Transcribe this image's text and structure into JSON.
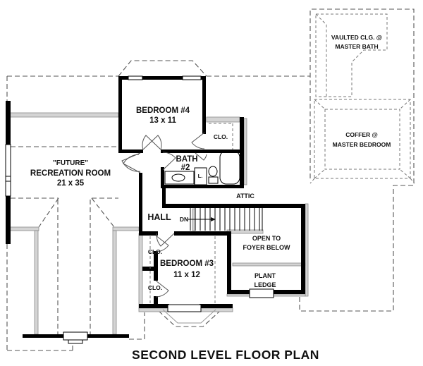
{
  "title": "SECOND LEVEL FLOOR PLAN",
  "labels": {
    "future": "\"FUTURE\"",
    "recreation_room": "RECREATION ROOM",
    "recreation_dims": "21 x 35",
    "bedroom4_name": "BEDROOM #4",
    "bedroom4_dims": "13 x 11",
    "bedroom3_name": "BEDROOM #3",
    "bedroom3_dims": "11 x 12",
    "bath_line1": "BATH",
    "bath_line2": "#2",
    "hall": "HALL",
    "attic": "ATTIC",
    "dn": "DN",
    "open_line1": "OPEN TO",
    "open_line2": "FOYER BELOW",
    "plant_line1": "PLANT",
    "plant_line2": "LEDGE",
    "vaulted_line1": "VAULTED CLG. @",
    "vaulted_line2": "MASTER BATH",
    "coffer_line1": "COFFER @",
    "coffer_line2": "MASTER BEDROOM",
    "closet_bedroom4": "CLO.",
    "closet_bedroom3_upper": "CLO.",
    "closet_bedroom3_lower": "CLO.",
    "linen": "L."
  },
  "colors": {
    "wall": "#000000",
    "dashed_line": "#555555",
    "hatch": "#d4d4d4",
    "text": "#111111",
    "background": "#ffffff"
  }
}
